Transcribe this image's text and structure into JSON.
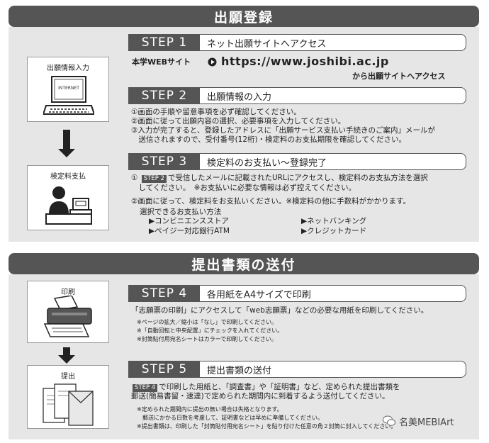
{
  "section1": {
    "title": "出願登録"
  },
  "section2": {
    "title": "提出書類の送付"
  },
  "cards": {
    "apply": {
      "title": "出願情報入力",
      "screen_text": "INTERNET"
    },
    "fee": {
      "title": "検定料支払"
    },
    "print": {
      "title": "印刷"
    },
    "submit": {
      "title": "提出"
    }
  },
  "step1": {
    "badge": "STEP 1",
    "title": "ネット出願サイトへアクセス",
    "site_label": "本学WEBサイト",
    "url": "https://www.joshibi.ac.jp",
    "note": "から出願サイトへアクセス"
  },
  "step2": {
    "badge": "STEP 2",
    "title": "出願情報の入力",
    "lines": [
      "①画面の手順や留意事項を必ず確認してください。",
      "②画面に従って出願内容の選択、必要事項を入力してください。",
      "③入力が完了すると、登録したアドレスに「出願サービス支払い手続きのご案内」メールが",
      "　送信されますので、受付番号(12桁)・検定料のお支払期限を確認してください。"
    ]
  },
  "step3": {
    "badge": "STEP 3",
    "title": "検定料のお支払い〜登録完了",
    "line1_prefix": "①",
    "line1_badge": "STEP 2",
    "line1_rest": "で受信したメールに記載されたURLにアクセスし、検定料のお支払方法を選択",
    "line2": "　してください。　※お支払いに必要な情報は必ず控えてください。",
    "line3": "②画面に従って、検定料をお支払いください。※検定料の他に手数料がかかります。",
    "methods_label": "選択できるお支払い方法",
    "methods": [
      "▶コンビニエンスストア",
      "▶ネットバンキング",
      "▶ペイジー対応銀行ATM",
      "▶クレジットカード"
    ]
  },
  "step4": {
    "badge": "STEP 4",
    "title": "各用紙をA4サイズで印刷",
    "main": "「志願票の印刷」にアクセスして「web志願票」などの必要な用紙を印刷してください。",
    "notes": [
      "※ページの拡大／縮小は「なし」で印刷してください。",
      "※「自動回転と中央配置」にチェックを入れてください。",
      "※封筒貼付用宛名シートはカラーで印刷してください。"
    ]
  },
  "step5": {
    "badge": "STEP 5",
    "title": "提出書類の送付",
    "line1_badge": "STEP 4",
    "line1_rest": "で印刷した用紙と、「調査書」や「証明書」など、定められた提出書類を",
    "line2": "郵送(簡易書留・速達)で定められた期間内に到着するよう送付してください。",
    "notes": [
      "※定められた期間内に提出の無い場合は失格となります。",
      "　郵送にかかる日数を考慮して、証明書などは早めに準備してください。",
      "※提出書類は、印刷した「封筒貼付用宛名シート」を貼り付けた任意の角２封筒に封入してください。"
    ]
  },
  "watermark": {
    "text": "名美MEBIArt"
  }
}
